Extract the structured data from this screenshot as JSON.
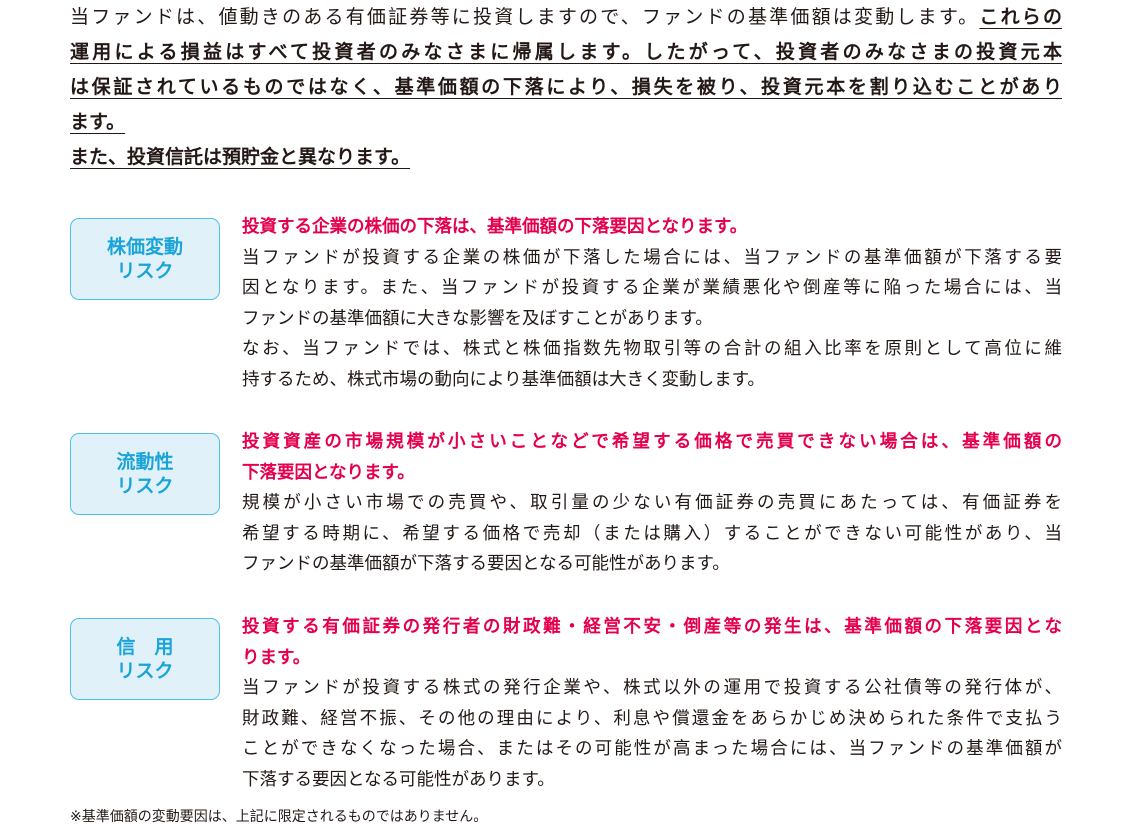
{
  "intro": {
    "line1_plain": "当ファンドは、値動きのある有価証券等に投資しますので、ファンドの基準価額は変動します。",
    "line1_emph": "これらの",
    "line2": "運用による損益はすべて投資者のみなさまに帰属します。したがって、投資者のみなさまの投資元本",
    "line3": "は保証されているものではなく、基準価額の下落により、損失を被り、投資元本を割り込むことがあり",
    "line4": "ます。",
    "line5": "また、投資信託は預貯金と異なります。"
  },
  "risks": [
    {
      "label1": "株価変動",
      "label2": "リスク",
      "headline": [
        "投資する企業の株価の下落は、基準価額の下落要因となります。"
      ],
      "body": [
        "当ファンドが投資する企業の株価が下落した場合には、当ファンドの基準価額が下落する要",
        "因となります。また、当ファンドが投資する企業が業績悪化や倒産等に陥った場合には、当",
        "ファンドの基準価額に大きな影響を及ぼすことがあります。",
        "なお、当ファンドでは、株式と株価指数先物取引等の合計の組入比率を原則として高位に維",
        "持するため、株式市場の動向により基準価額は大きく変動します。"
      ]
    },
    {
      "label1": "流動性",
      "label2": "リスク",
      "headline": [
        "投資資産の市場規模が小さいことなどで希望する価格で売買できない場合は、基準価額の",
        "下落要因となります。"
      ],
      "body": [
        "規模が小さい市場での売買や、取引量の少ない有価証券の売買にあたっては、有価証券を",
        "希望する時期に、希望する価格で売却（または購入）することができない可能性があり、当",
        "ファンドの基準価額が下落する要因となる可能性があります。"
      ]
    },
    {
      "label1": "信　用",
      "label2": "リスク",
      "headline": [
        "投資する有価証券の発行者の財政難・経営不安・倒産等の発生は、基準価額の下落要因とな",
        "ります。"
      ],
      "body": [
        "当ファンドが投資する株式の発行企業や、株式以外の運用で投資する公社債等の発行体が、",
        "財政難、経営不振、その他の理由により、利息や償還金をあらかじめ決められた条件で支払う",
        "ことができなくなった場合、またはその可能性が高まった場合には、当ファンドの基準価額が",
        "下落する要因となる可能性があります。"
      ]
    }
  ],
  "note": "※基準価額の変動要因は、上記に限定されるものではありません。"
}
